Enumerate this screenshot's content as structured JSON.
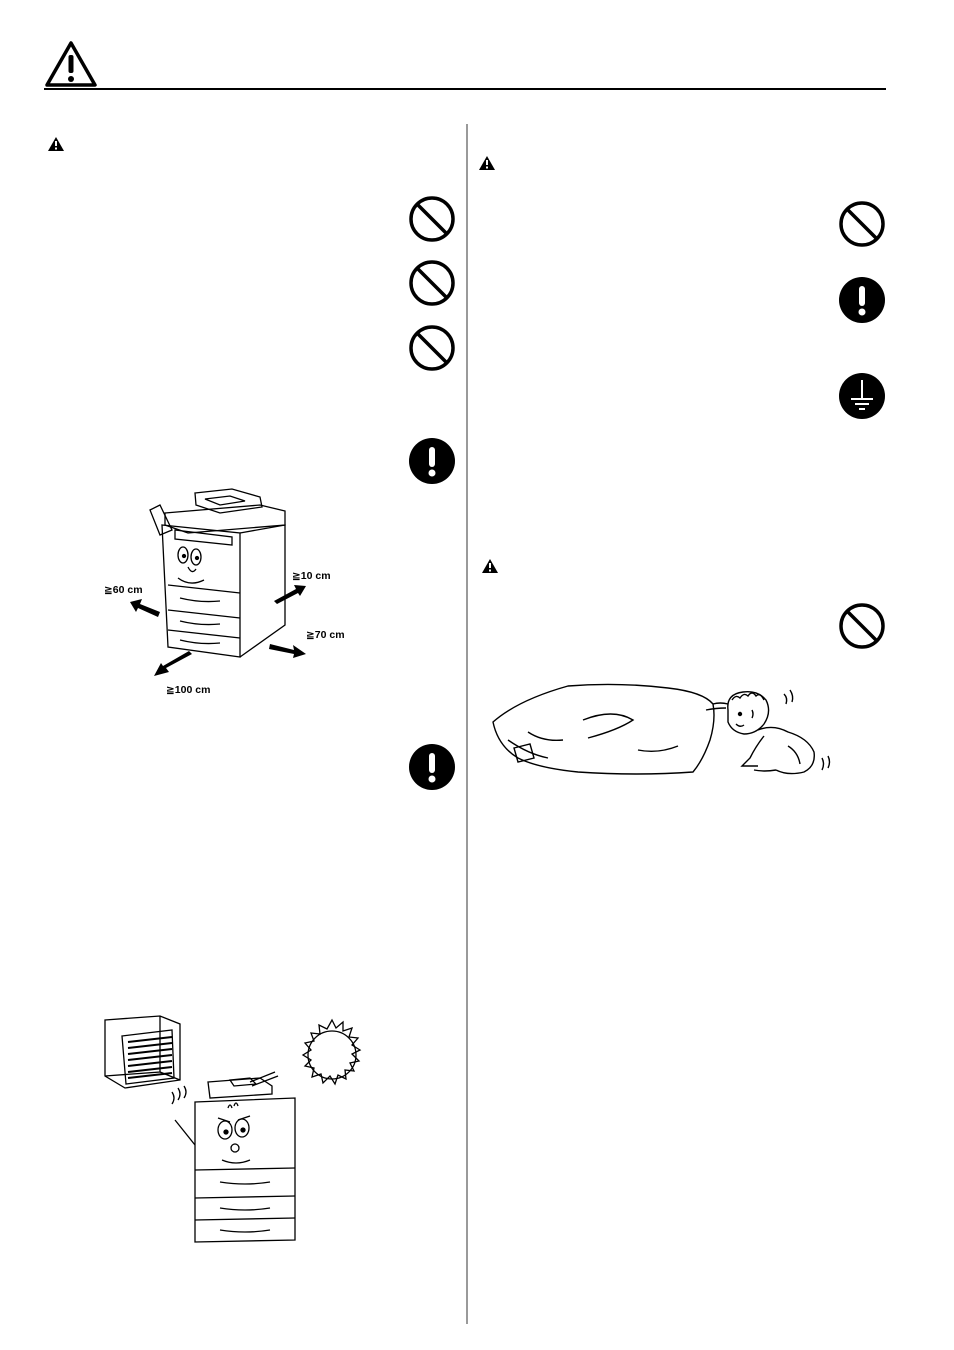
{
  "dimensions": {
    "rear": "≧10 cm",
    "left": "≧60 cm",
    "right": "≧70 cm",
    "front": "≧100 cm"
  },
  "colors": {
    "ink": "#000000",
    "divider": "#9a9a9a",
    "paper": "#ffffff"
  },
  "icons": {
    "header": "warning-triangle-icon",
    "caution": "caution-triangle-icon",
    "prohibited": "prohibited-icon",
    "mandatory": "mandatory-action-icon",
    "ground": "ground-connection-icon"
  }
}
